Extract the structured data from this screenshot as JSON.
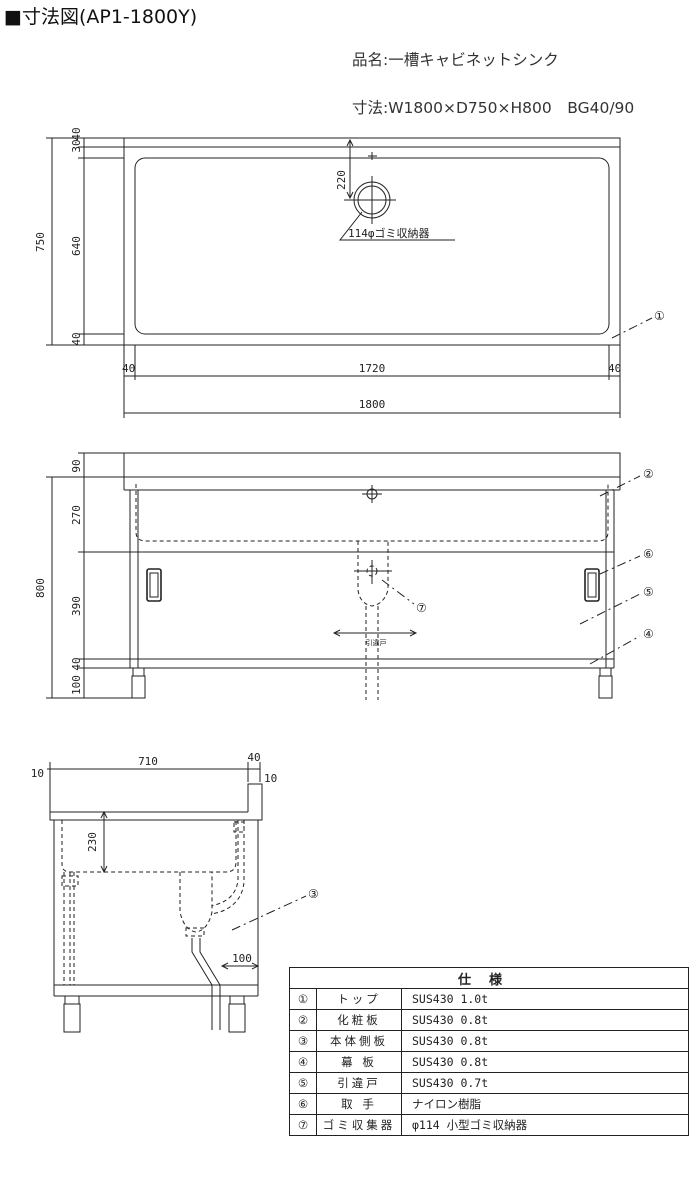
{
  "title": "■寸法図(AP1-1800Y)",
  "product": {
    "name_line": "品名:一槽キャビネットシンク",
    "size_line": "寸法:W1800×D750×H800　BG40/90"
  },
  "plan_view": {
    "dims_left": [
      "30",
      "40",
      "640",
      "40"
    ],
    "dim_total_depth": "750",
    "dim_220": "220",
    "drain_label": "114φゴミ収納器",
    "dims_bottom": [
      "40",
      "1720",
      "40"
    ],
    "dim_total_width": "1800",
    "marker_1": "①"
  },
  "front_view": {
    "dims_left": [
      "90",
      "270",
      "390",
      "40",
      "100"
    ],
    "dim_total_height": "800",
    "door_label": "引違戸",
    "markers": [
      "②",
      "⑥",
      "⑤",
      "④",
      "⑦"
    ]
  },
  "side_view": {
    "dim_top_left": "10",
    "dim_top": "710",
    "dim_top_right_a": "40",
    "dim_top_right_b": "10",
    "dim_230": "230",
    "dim_100": "100",
    "marker_3": "③"
  },
  "spec_table": {
    "header": "仕様",
    "rows": [
      {
        "no": "①",
        "name": "トップ",
        "spec": "SUS430 1.0t"
      },
      {
        "no": "②",
        "name": "化粧板",
        "spec": "SUS430 0.8t"
      },
      {
        "no": "③",
        "name": "本体側板",
        "spec": "SUS430 0.8t"
      },
      {
        "no": "④",
        "name": "幕 板",
        "spec": "SUS430 0.8t"
      },
      {
        "no": "⑤",
        "name": "引違戸",
        "spec": "SUS430 0.7t"
      },
      {
        "no": "⑥",
        "name": "取 手",
        "spec": "ナイロン樹脂"
      },
      {
        "no": "⑦",
        "name": "ゴミ収集器",
        "spec": "φ114 小型ゴミ収納器"
      }
    ]
  }
}
